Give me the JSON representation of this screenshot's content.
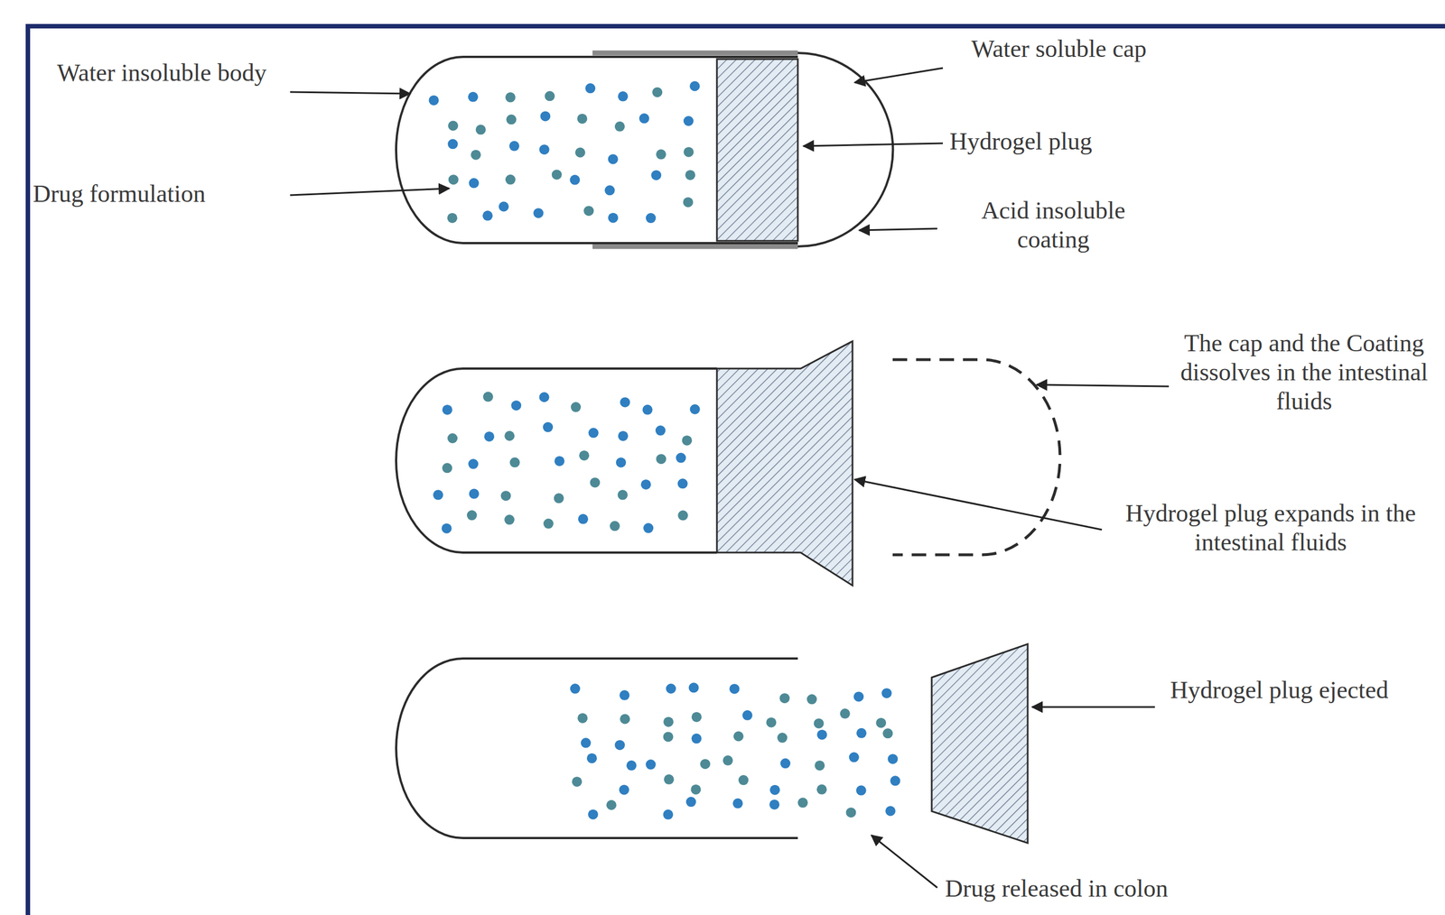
{
  "diagram": {
    "labels": [
      "Water insoluble body",
      "Drug formulation",
      "Water soluble cap",
      "Hydrogel plug",
      "Acid insoluble coating",
      "The cap and the Coating dissolves in the intestinal fluids",
      "Hydrogel plug expands in the intestinal fluids",
      "Hydrogel plug ejected",
      "Drug released in colon"
    ]
  }
}
